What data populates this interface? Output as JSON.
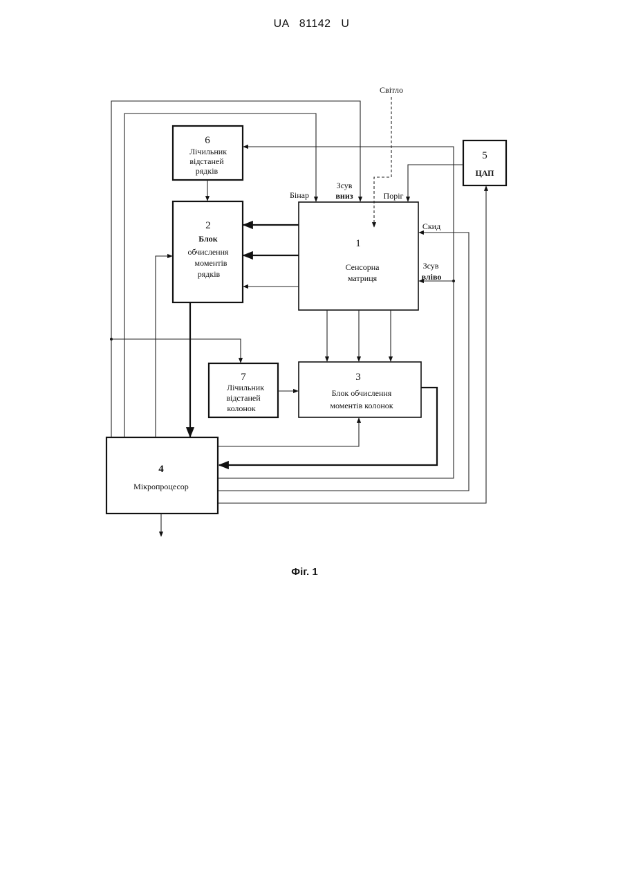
{
  "header": {
    "doc_number": "UA   81142   U"
  },
  "caption": "Фіг. 1",
  "inputs": {
    "light": "Світло",
    "binar": "Бінар",
    "shift_down": [
      "Зсув",
      "вниз"
    ],
    "threshold": "Поріг",
    "reset": "Скид",
    "shift_left": [
      "Зсув",
      "вліво"
    ]
  },
  "blocks": {
    "b1": {
      "num": "1",
      "lines": [
        "Сенсорна",
        "матриця"
      ]
    },
    "b2": {
      "num": "2",
      "lines": [
        "Блок",
        "обчислення",
        "моментів",
        "рядків"
      ]
    },
    "b3": {
      "num": "3",
      "lines": [
        "Блок обчислення",
        "моментів  колонок"
      ]
    },
    "b4": {
      "num": "4",
      "lines": [
        "Мікропроцесор"
      ]
    },
    "b5": {
      "num": "5",
      "lines": [
        "ЦАП"
      ]
    },
    "b6": {
      "num": "6",
      "lines": [
        "Лічильник",
        "відстаней",
        "рядків"
      ]
    },
    "b7": {
      "num": "7",
      "lines": [
        "Лічильник",
        "відстаней",
        "колонок"
      ]
    }
  }
}
